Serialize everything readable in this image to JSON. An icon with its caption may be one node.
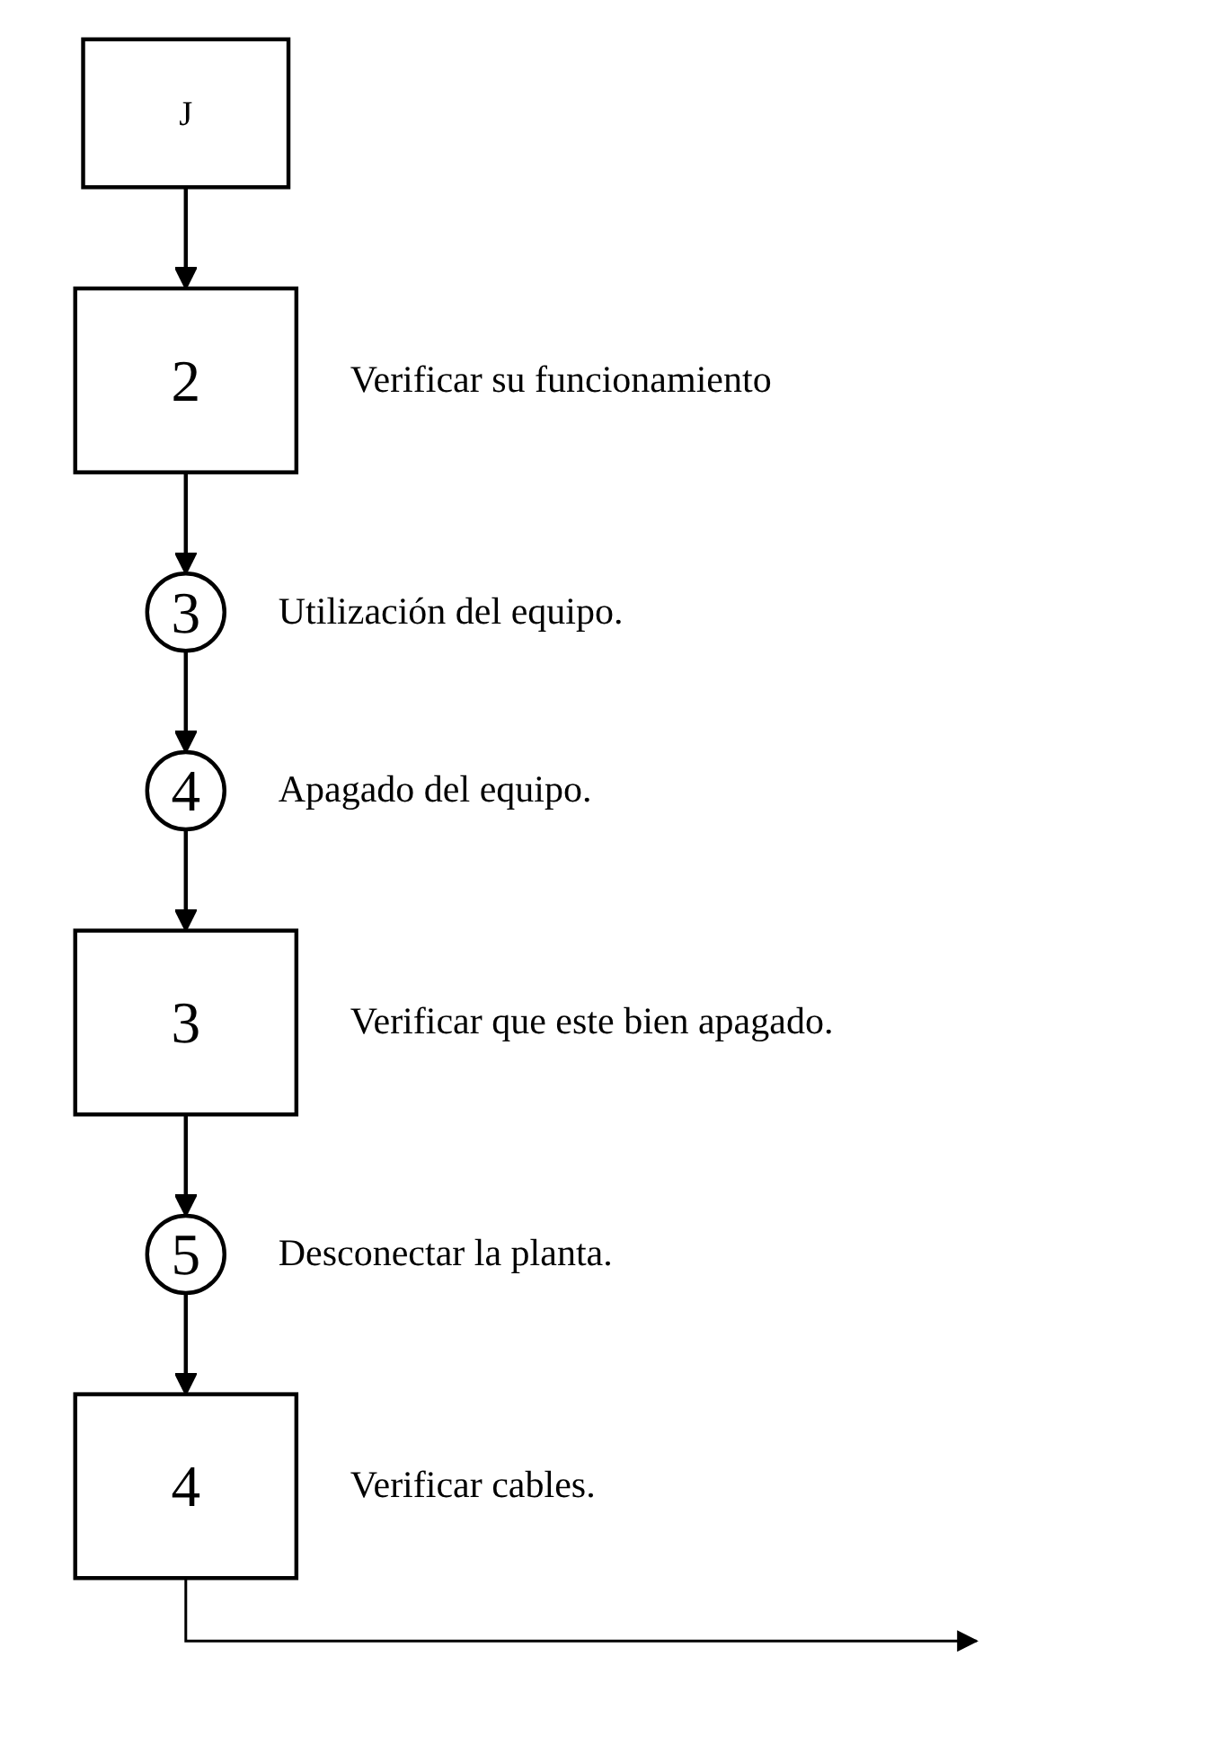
{
  "diagram": {
    "nodes": [
      {
        "text": [
          "J"
        ]
      },
      {
        "text": [
          "2"
        ],
        "beside": [
          "Verificar su funcionamiento"
        ]
      },
      {
        "text": [
          "3"
        ],
        "beside": [
          "Utilización del equipo."
        ]
      },
      {
        "text": [
          "4"
        ],
        "beside": [
          "Apagado del equipo."
        ]
      },
      {
        "text": [
          "3"
        ],
        "beside": [
          "Verificar que este bien apagado."
        ]
      },
      {
        "text": [
          "5"
        ],
        "beside": [
          "Desconectar la planta."
        ]
      },
      {
        "text": [
          "4"
        ],
        "beside": [
          "Verificar cables."
        ]
      }
    ],
    "edges": [
      {
        "from": 0,
        "to": 1,
        "arrow": "to"
      },
      {
        "from": 1,
        "to": 2,
        "arrow": "to"
      },
      {
        "from": 2,
        "to": 3,
        "arrow": "to"
      },
      {
        "from": 3,
        "to": 4,
        "arrow": "to"
      },
      {
        "from": 4,
        "to": 5,
        "arrow": "to"
      },
      {
        "from": 5,
        "to": 6,
        "arrow": "to"
      },
      {
        "from": 6,
        "to": null,
        "arrow": "to"
      }
    ]
  }
}
